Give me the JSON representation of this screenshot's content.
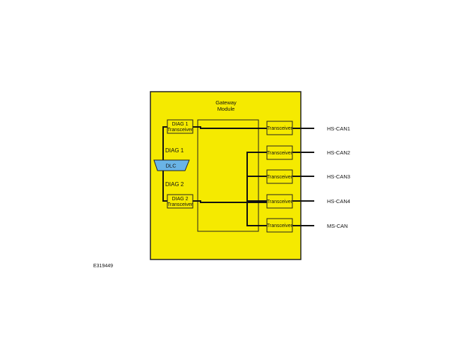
{
  "module": {
    "title_line1": "Gateway",
    "title_line2": "Module"
  },
  "diag1": {
    "box_line1": "DIAG 1",
    "box_line2": "Transceiver",
    "label": "DIAG 1"
  },
  "diag2": {
    "box_line1": "DIAG 2",
    "box_line2": "Transceiver",
    "label": "DIAG 2"
  },
  "dlc": {
    "label": "DLC"
  },
  "transceivers": [
    {
      "label": "Transceiver",
      "bus": "HS-CAN1"
    },
    {
      "label": "Transceiver",
      "bus": "HS-CAN2"
    },
    {
      "label": "Transceiver",
      "bus": "HS-CAN3"
    },
    {
      "label": "Transceiver",
      "bus": "HS-CAN4"
    },
    {
      "label": "Transceiver",
      "bus": "MS-CAN"
    }
  ],
  "figure_id": "E319449",
  "colors": {
    "module_fill": "#f5ea00",
    "dlc_fill": "#6ab4e6",
    "line": "#111111"
  }
}
